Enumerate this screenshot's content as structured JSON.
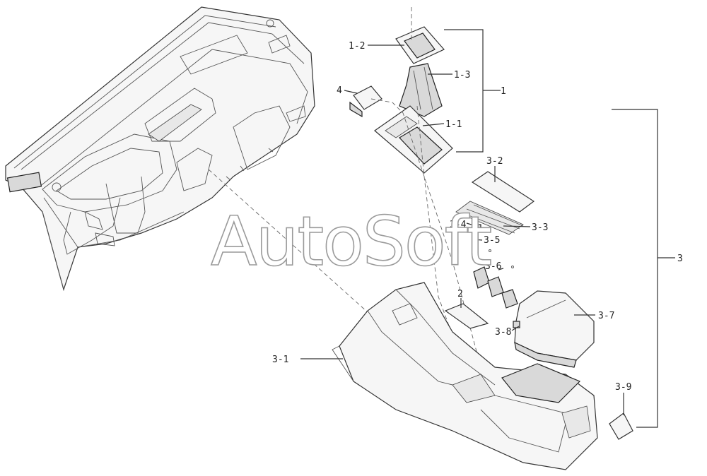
{
  "watermark": "AutoSoft",
  "callouts": {
    "c1_2": "1-2",
    "c1_3": "1-3",
    "c1": "1",
    "c4": "4",
    "c1_1": "1-1",
    "c3_2": "3-2",
    "c3_4": "3-4",
    "c3_3": "3-3",
    "c3_5": "3-5",
    "c3_6": "3-6",
    "c2": "2",
    "c3_7": "3-7",
    "c3_8": "3-8",
    "c3": "3",
    "c3_1": "3-1",
    "c3_9": "3-9"
  }
}
